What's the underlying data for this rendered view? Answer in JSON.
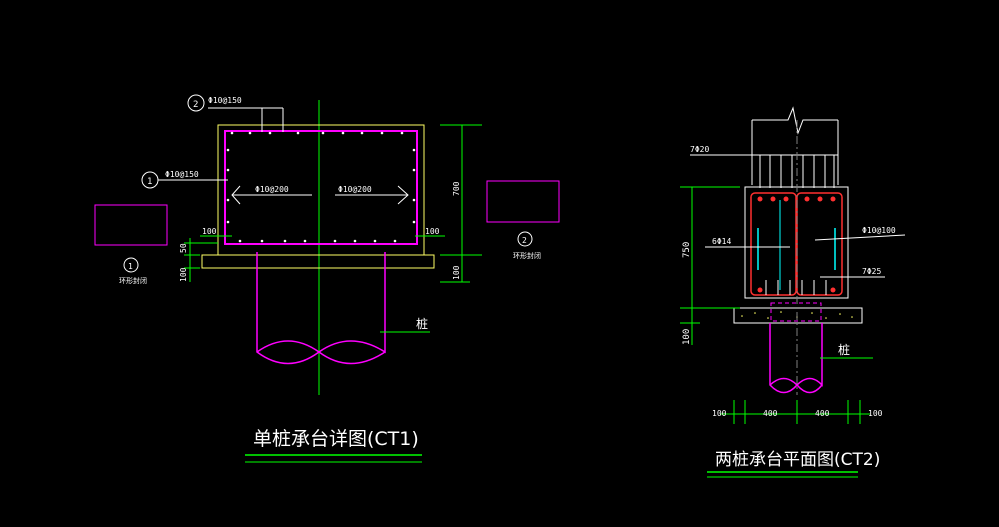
{
  "colors": {
    "background": "#000000",
    "rebar": "#ff00ff",
    "concrete_outline": "#ffff66",
    "dimension": "#00ff00",
    "centerline": "#808080",
    "text": "#ffffff",
    "hoop_red": "#ff3030",
    "stirrup_cyan": "#00ffff"
  },
  "ct1": {
    "title": "单桩承台详图(CT1)",
    "label_top_rebar": "Φ10@150",
    "label_side_rebar": "Φ10@150",
    "label_bottom_left": "Φ10@200",
    "label_bottom_right": "Φ10@200",
    "callout_1": "1",
    "callout_2": "2",
    "dim_height": "700",
    "dim_left_cover": "100",
    "dim_right_cover": "100",
    "dim_left_50": "50",
    "dim_left_100": "100",
    "dim_right_100": "100",
    "pile_label": "桩",
    "legend_1_num": "1",
    "legend_1_text": "环形封闭",
    "legend_2_num": "2",
    "legend_2_text": "环形封闭"
  },
  "ct2": {
    "title": "两桩承台平面图(CT2)",
    "label_top": "7Φ20",
    "label_mid_left": "6Φ14",
    "label_stirrup": "Φ10@100",
    "label_bottom": "7Φ25",
    "dim_height": "750",
    "dim_base": "100",
    "dim_b1": "100",
    "dim_b2": "400",
    "dim_b3": "400",
    "dim_b4": "100",
    "pile_label": "桩"
  }
}
